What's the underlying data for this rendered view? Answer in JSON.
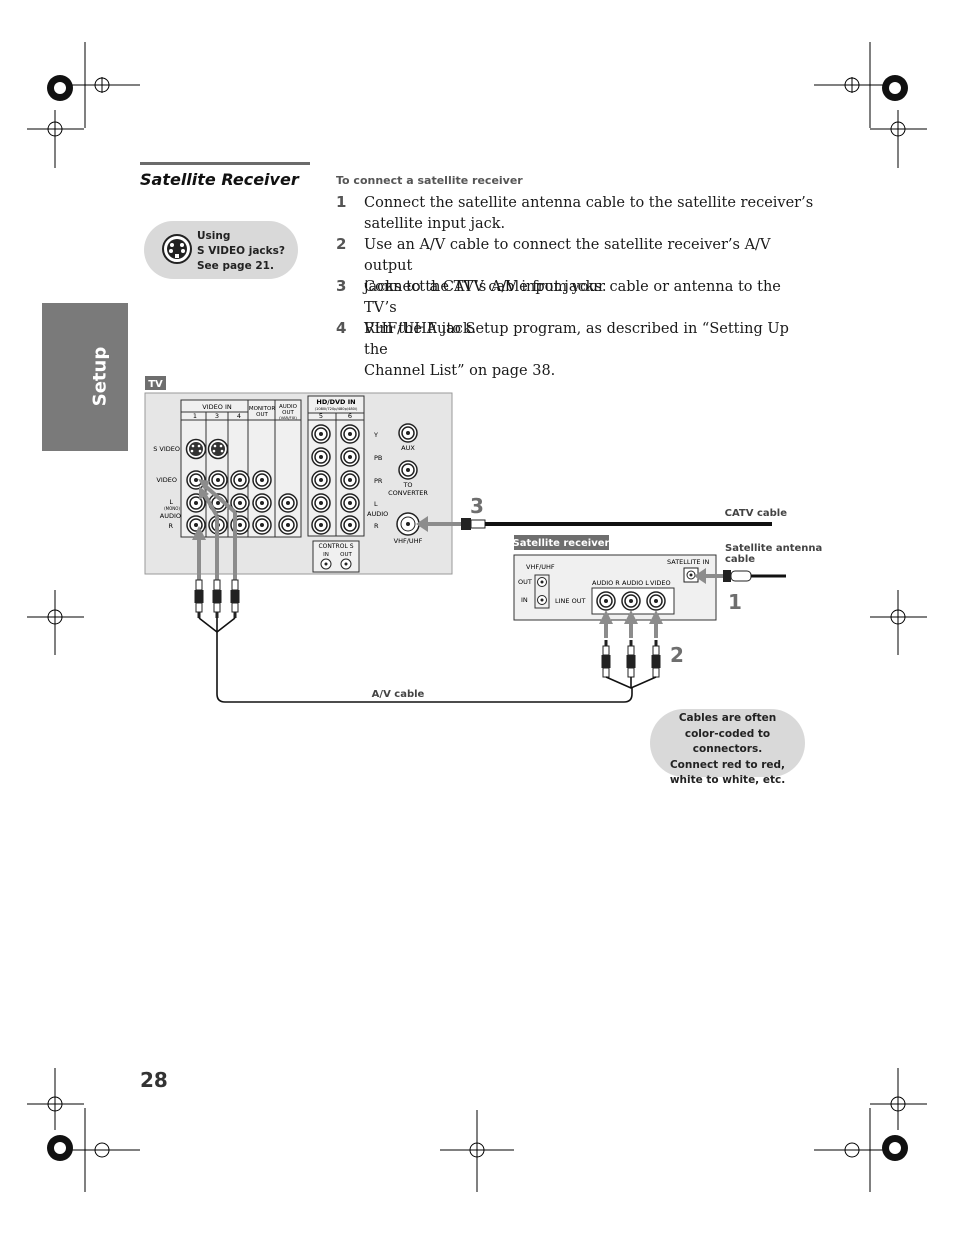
{
  "section": {
    "title": "Satellite Receiver"
  },
  "side_tab": {
    "label": "Setup"
  },
  "tip": {
    "line1": "Using",
    "line2": "S VIDEO jacks?",
    "line3": "See page 21."
  },
  "instructions": {
    "heading": "To connect a satellite receiver",
    "steps": [
      {
        "num": "1",
        "line1": "Connect the satellite antenna cable to the satellite receiver’s",
        "line2": "satellite input jack."
      },
      {
        "num": "2",
        "line1": "Use an A/V cable to connect the satellite receiver’s A/V output",
        "line2": "jacks to the TV’s A/V input jacks."
      },
      {
        "num": "3",
        "line1": "Connect a CATV cable from your cable or antenna to the TV’s",
        "line2": "VHF/UHF jack."
      },
      {
        "num": "4",
        "line1": "Run the Auto Setup program, as described in “Setting Up the",
        "line2": "Channel List” on page 38."
      }
    ]
  },
  "diagram": {
    "tv_label": "TV",
    "tv_panel": {
      "video_in": "VIDEO IN",
      "col1": "1",
      "col3": "3",
      "col4": "4",
      "monitor_out": "MONITOR",
      "monitor_out2": "OUT",
      "audio_out": "AUDIO",
      "audio_out2": "OUT",
      "audio_out3": "(VAR/FIX)",
      "svideo": "S VIDEO",
      "video": "VIDEO",
      "l": "L",
      "mono": "(MONO)",
      "audio": "AUDIO",
      "r": "R",
      "hd_dvd_in": "HD/DVD IN",
      "hd_sub": "(1080i/720p/480p/480i)",
      "col5": "5",
      "col6": "6",
      "y": "Y",
      "pb": "PB",
      "pr": "PR",
      "hl": "L",
      "haudio": "AUDIO",
      "hr": "R",
      "control_s": "CONTROL S",
      "cs_in": "IN",
      "cs_out": "OUT",
      "aux": "AUX",
      "to": "TO",
      "converter": "CONVERTER",
      "vhf_uhf": "VHF/UHF"
    },
    "receiver_label": "Satellite receiver",
    "receiver_panel": {
      "vhf_uhf": "VHF/UHF",
      "out": "OUT",
      "in": "IN",
      "satellite_in": "SATELLITE IN",
      "audio_r": "AUDIO R",
      "audio_l": "AUDIO L",
      "video": "VIDEO",
      "line_out": "LINE OUT"
    },
    "catv_cable": "CATV cable",
    "antenna_cable_1": "Satellite antenna",
    "antenna_cable_2": "cable",
    "av_cable": "A/V cable",
    "callout_1": "1",
    "callout_2": "2",
    "callout_3": "3"
  },
  "note": {
    "line1": "Cables are often",
    "line2": "color-coded to connectors.",
    "line3": "Connect red to red,",
    "line4": "white to white, etc."
  },
  "page_number": "28",
  "colors": {
    "tab_gray": "#7a7a7a",
    "bubble_gray": "#d9d9d9",
    "panel_gray": "#e6e6e6",
    "arrow_gray": "#8c8c8c"
  }
}
